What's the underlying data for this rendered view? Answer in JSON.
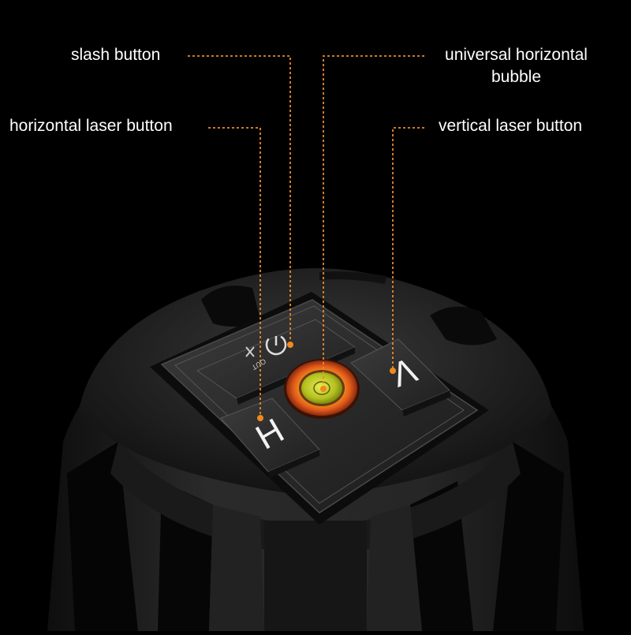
{
  "callouts": {
    "slash_button": "slash button",
    "horizontal_laser_button": "horizontal laser button",
    "universal_bubble_line1": "universal horizontal",
    "universal_bubble_line2": "bubble",
    "vertical_laser_button": "vertical laser button"
  },
  "device": {
    "power_label": "OUT",
    "h_button_glyph": "H",
    "v_button_glyph": "V"
  },
  "colors": {
    "background": "#000000",
    "callout_line": "#e8892a",
    "callout_text": "#ffffff",
    "bubble_ring": "#e8541c",
    "bubble_fluid": "#c8d020"
  },
  "icons": [
    "power-icon",
    "slash-line-icon"
  ]
}
